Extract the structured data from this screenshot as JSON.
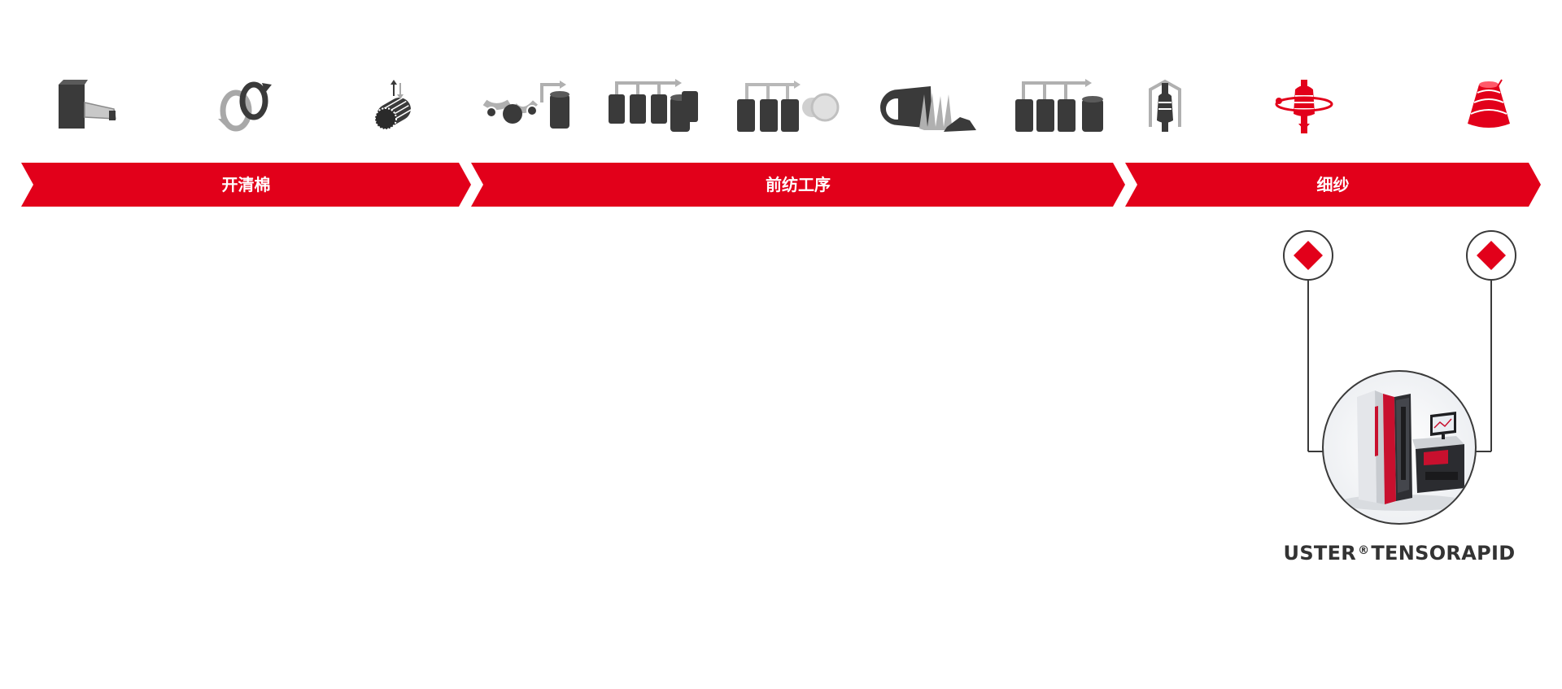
{
  "colors": {
    "accent": "#e2001a",
    "dark": "#3a3a3a",
    "light": "#b8b8b8",
    "line": "#3a3a3a"
  },
  "process_icons": [
    {
      "name": "bale-opener-icon",
      "color": "dark"
    },
    {
      "name": "cleaner-icon",
      "color": "light"
    },
    {
      "name": "carding-drum-icon",
      "color": "dark"
    },
    {
      "name": "card-machine-icon",
      "color": "light"
    },
    {
      "name": "draw-frame-icon",
      "color": "dark"
    },
    {
      "name": "lap-former-icon",
      "color": "light"
    },
    {
      "name": "comber-icon",
      "color": "dark"
    },
    {
      "name": "second-draw-frame-icon",
      "color": "dark"
    },
    {
      "name": "roving-frame-icon",
      "color": "light"
    },
    {
      "name": "ring-spinning-icon",
      "color": "accent"
    },
    {
      "name": "yarn-cone-icon",
      "color": "accent"
    }
  ],
  "stages": [
    {
      "label": "开清棉"
    },
    {
      "label": "前纺工序"
    },
    {
      "label": "细纱"
    }
  ],
  "measurement_points": [
    {
      "name": "measurement-point-ring-spinning-icon"
    },
    {
      "name": "measurement-point-winding-icon"
    }
  ],
  "product": {
    "brand": "USTER",
    "registered": "®",
    "name": "TENSORAPID",
    "image_icon": "tensorapid-instrument-icon"
  }
}
